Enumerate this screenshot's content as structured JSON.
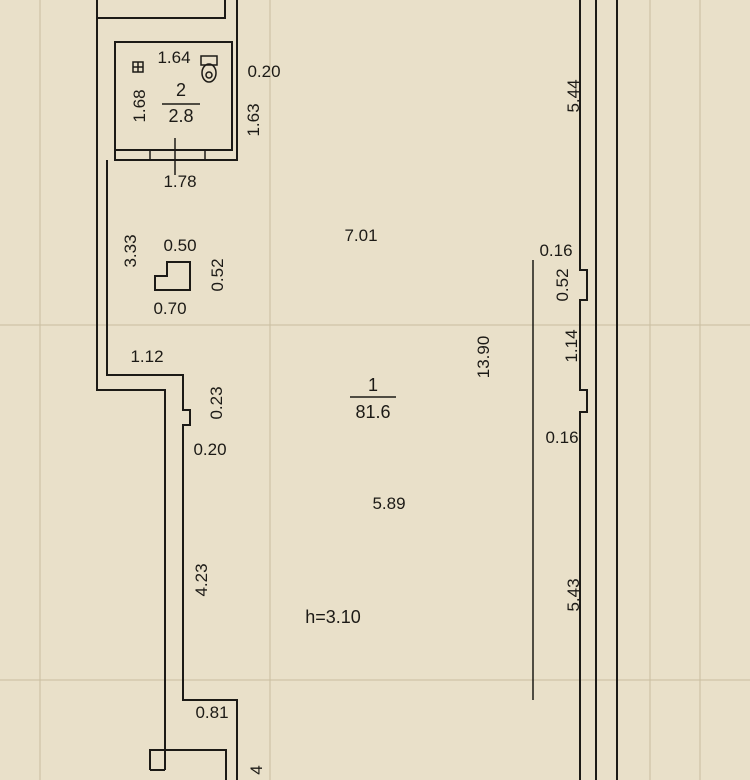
{
  "rooms": [
    {
      "number": "1",
      "area": "81.6"
    },
    {
      "number": "2",
      "area": "2.8"
    }
  ],
  "height_label": "h=3.10",
  "dimensions": {
    "wc_width_top": "1.64",
    "wc_height_left": "1.68",
    "wc_wall_right": "0.20",
    "wc_height_right": "1.63",
    "wc_width_bottom": "1.78",
    "left_segment_upper": "3.33",
    "column_width": "0.50",
    "column_depth": "0.52",
    "column_base": "0.70",
    "left_step": "1.12",
    "niche_depth": "0.23",
    "niche_wall": "0.20",
    "left_segment_lower": "4.23",
    "bottom_step": "0.81",
    "bottom_cut": "4",
    "upper_width": "7.01",
    "lower_width": "5.89",
    "total_length": "13.90",
    "right_upper": "5.44",
    "right_pilaster_top": "0.16",
    "right_pilaster_depth": "0.52",
    "right_pilaster_length": "1.14",
    "right_pilaster_bottom": "0.16",
    "right_lower": "5.43"
  }
}
